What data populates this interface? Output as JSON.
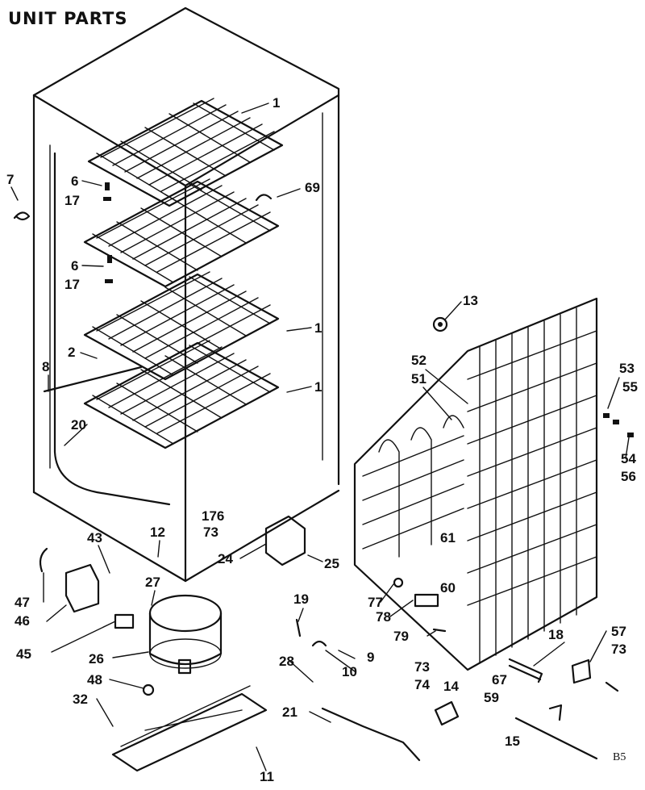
{
  "title": "UNIT PARTS",
  "corner_code": "B5",
  "callouts": [
    {
      "id": "c1a",
      "text": "1"
    },
    {
      "id": "c1b",
      "text": "1"
    },
    {
      "id": "c1c",
      "text": "1"
    },
    {
      "id": "c2",
      "text": "2"
    },
    {
      "id": "c6a",
      "text": "6"
    },
    {
      "id": "c6b",
      "text": "6"
    },
    {
      "id": "c7",
      "text": "7"
    },
    {
      "id": "c8",
      "text": "8"
    },
    {
      "id": "c9",
      "text": "9"
    },
    {
      "id": "c10",
      "text": "10"
    },
    {
      "id": "c11",
      "text": "11"
    },
    {
      "id": "c12",
      "text": "12"
    },
    {
      "id": "c13",
      "text": "13"
    },
    {
      "id": "c14",
      "text": "14"
    },
    {
      "id": "c15",
      "text": "15"
    },
    {
      "id": "c17a",
      "text": "17"
    },
    {
      "id": "c17b",
      "text": "17"
    },
    {
      "id": "c18",
      "text": "18"
    },
    {
      "id": "c19",
      "text": "19"
    },
    {
      "id": "c20",
      "text": "20"
    },
    {
      "id": "c21",
      "text": "21"
    },
    {
      "id": "c24",
      "text": "24"
    },
    {
      "id": "c25",
      "text": "25"
    },
    {
      "id": "c26",
      "text": "26"
    },
    {
      "id": "c27",
      "text": "27"
    },
    {
      "id": "c28",
      "text": "28"
    },
    {
      "id": "c32",
      "text": "32"
    },
    {
      "id": "c43",
      "text": "43"
    },
    {
      "id": "c45",
      "text": "45"
    },
    {
      "id": "c46",
      "text": "46"
    },
    {
      "id": "c47",
      "text": "47"
    },
    {
      "id": "c48",
      "text": "48"
    },
    {
      "id": "c51",
      "text": "51"
    },
    {
      "id": "c52",
      "text": "52"
    },
    {
      "id": "c53",
      "text": "53"
    },
    {
      "id": "c54",
      "text": "54"
    },
    {
      "id": "c55",
      "text": "55"
    },
    {
      "id": "c56",
      "text": "56"
    },
    {
      "id": "c57",
      "text": "57"
    },
    {
      "id": "c59",
      "text": "59"
    },
    {
      "id": "c60",
      "text": "60"
    },
    {
      "id": "c61",
      "text": "61"
    },
    {
      "id": "c67",
      "text": "67"
    },
    {
      "id": "c69",
      "text": "69"
    },
    {
      "id": "c73a",
      "text": "73"
    },
    {
      "id": "c73b",
      "text": "73"
    },
    {
      "id": "c73c",
      "text": "73"
    },
    {
      "id": "c74",
      "text": "74"
    },
    {
      "id": "c76",
      "text": "176"
    },
    {
      "id": "c77",
      "text": "77"
    },
    {
      "id": "c78",
      "text": "78"
    },
    {
      "id": "c79",
      "text": "79"
    }
  ]
}
